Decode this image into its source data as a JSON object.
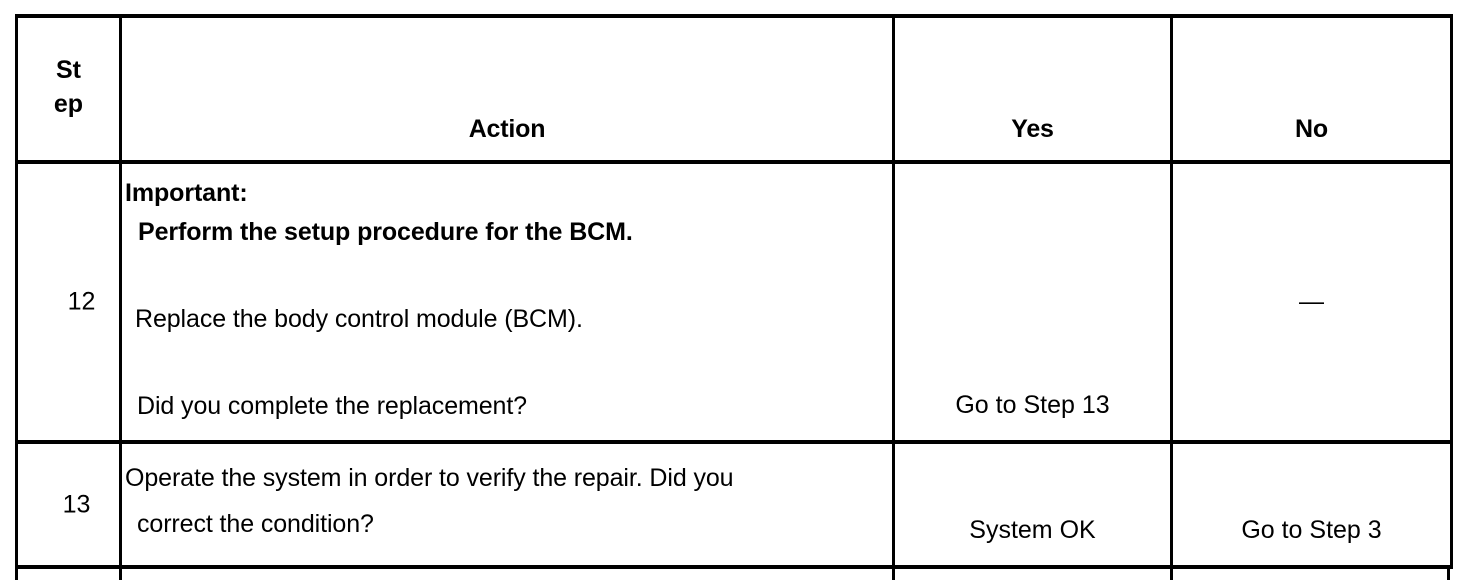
{
  "table": {
    "columns": [
      {
        "key": "step",
        "header_lines": [
          "St",
          "ep"
        ]
      },
      {
        "key": "action",
        "header": "Action"
      },
      {
        "key": "yes",
        "header": "Yes"
      },
      {
        "key": "no",
        "header": "No"
      }
    ],
    "rows": [
      {
        "step": "12",
        "action_lines": [
          {
            "text": "Important:",
            "bold": true
          },
          {
            "text": "Perform the setup procedure for the BCM.",
            "bold": true
          },
          {
            "text": "Replace the body control module (BCM).",
            "bold": false
          },
          {
            "text": "Did you complete the replacement?",
            "bold": false
          }
        ],
        "yes": "Go to Step 13",
        "no": "—"
      },
      {
        "step": "13",
        "action_lines": [
          {
            "text": "Operate the system in order to verify the repair. Did you",
            "bold": false
          },
          {
            "text": "correct the condition?",
            "bold": false
          }
        ],
        "yes": "System OK",
        "no": "Go to Step 3"
      }
    ]
  },
  "colors": {
    "border": "#000000",
    "text": "#000000",
    "background": "#ffffff"
  }
}
